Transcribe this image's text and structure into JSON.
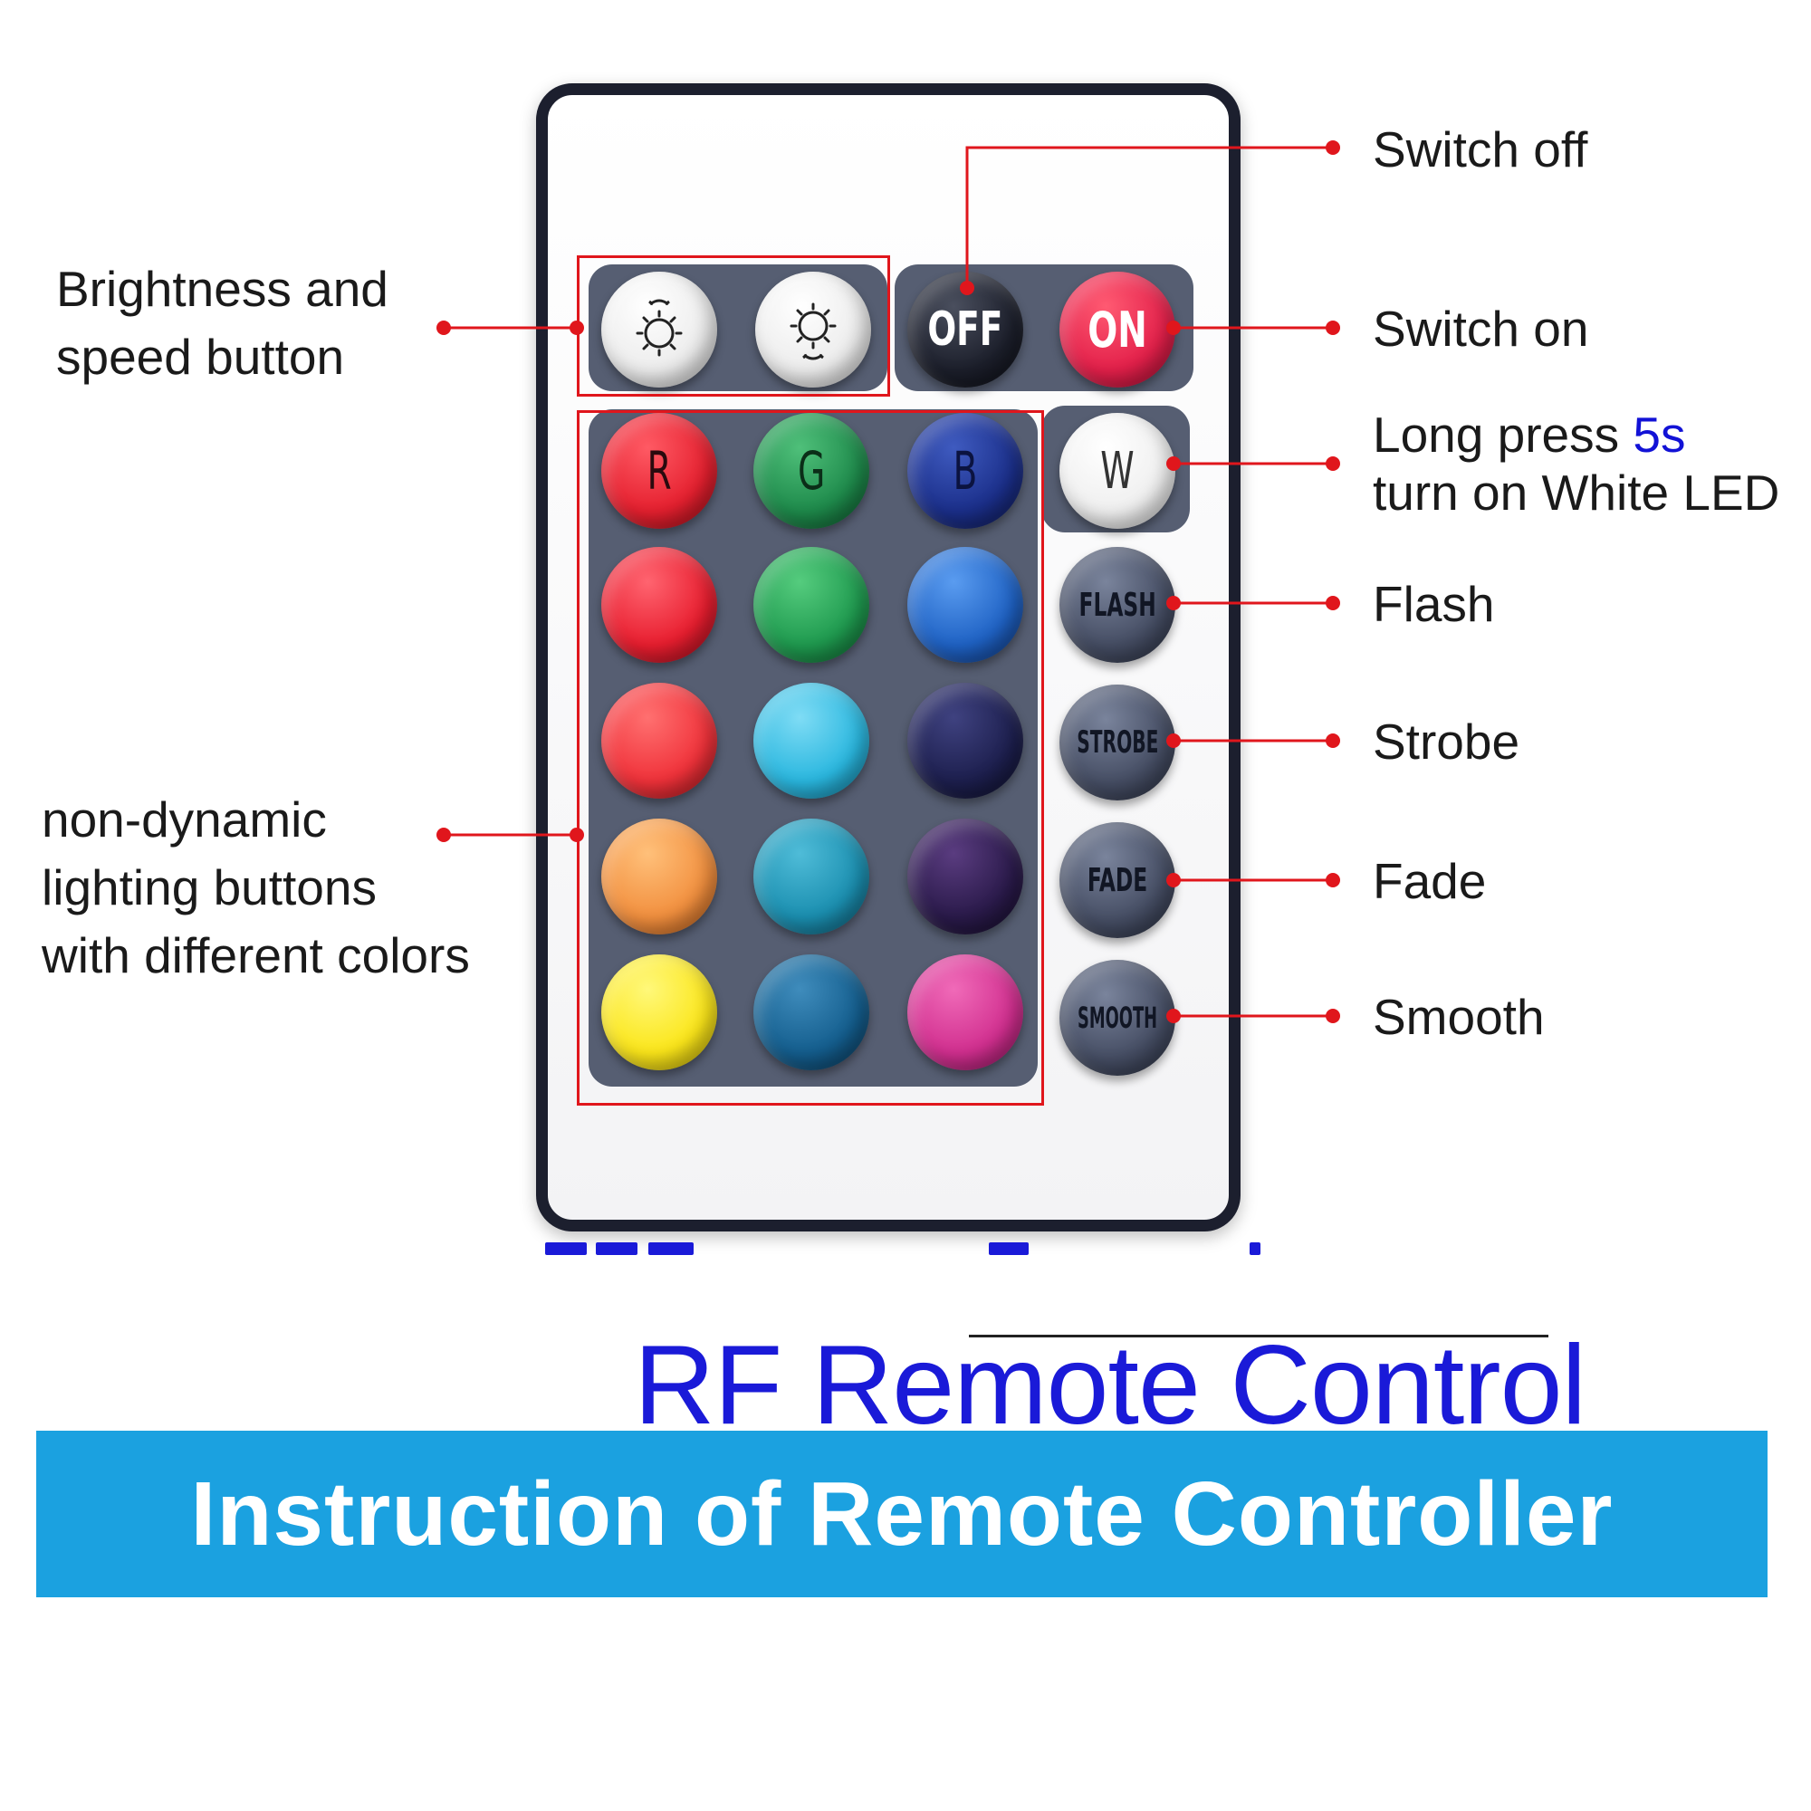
{
  "remote": {
    "brightness_buttons": [
      {
        "name": "brightness-up"
      },
      {
        "name": "brightness-down"
      }
    ],
    "power": {
      "off_label": "OFF",
      "on_label": "ON"
    },
    "color_grid": {
      "row1_labels": [
        "R",
        "G",
        "B"
      ],
      "colors": [
        [
          "#e5202f",
          "#1e8a4b",
          "#1b2f8a"
        ],
        [
          "#e81e2f",
          "#1f9a4f",
          "#1f62c4"
        ],
        [
          "#f0323a",
          "#2ab7df",
          "#1d1f4e"
        ],
        [
          "#f2903f",
          "#1b8fb0",
          "#2a1a4a"
        ],
        [
          "#fbe61a",
          "#145e8e",
          "#d12f8f"
        ]
      ]
    },
    "white_button_label": "W",
    "mode_buttons": [
      "FLASH",
      "STROBE",
      "FADE",
      "SMOOTH"
    ]
  },
  "annotations": {
    "brightness_line1": "Brightness and",
    "brightness_line2": "speed button",
    "colors_line1": "non-dynamic",
    "colors_line2": "lighting buttons",
    "colors_line3": "with different colors",
    "switch_off": "Switch off",
    "switch_on": "Switch on",
    "white_line1_a": "Long press ",
    "white_line1_b": "5s",
    "white_line2": "turn on White LED",
    "flash": "Flash",
    "strobe": "Strobe",
    "fade": "Fade",
    "smooth": "Smooth"
  },
  "title": "RF Remote Control",
  "banner": "Instruction of Remote Controller",
  "colors": {
    "annotation_red": "#e0161c",
    "title_blue": "#1a1ad8",
    "banner_blue": "#1ba1e0"
  }
}
